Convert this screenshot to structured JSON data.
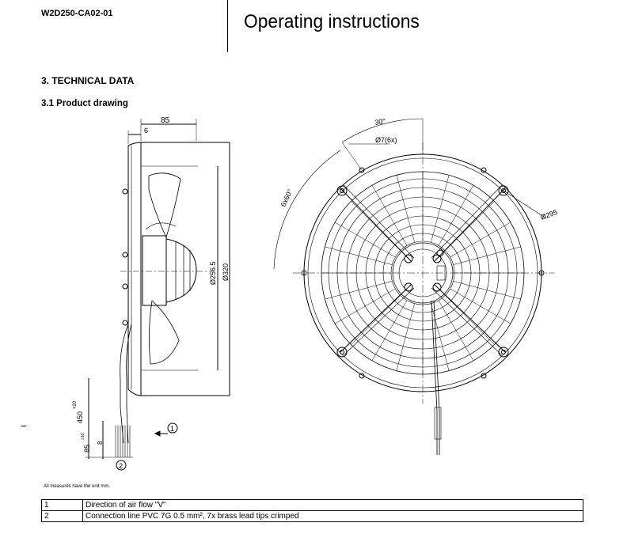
{
  "header": {
    "model": "W2D250-CA02-01",
    "doc_title": "Operating instructions"
  },
  "section": {
    "heading": "3. TECHNICAL DATA",
    "subheading": "3.1 Product drawing"
  },
  "drawing": {
    "side_dims": {
      "width_85": "85",
      "depth_6": "6",
      "dia_256": "Ø256.5",
      "dia_320": "Ø320",
      "cable_450": "450",
      "cable_450_tol": "+20",
      "cable_85": "85",
      "cable_85_tol": "±10",
      "cable_8": "8"
    },
    "front_dims": {
      "angle_30": "30°",
      "hole": "Ø7(6x)",
      "angle_6x60": "6x60°",
      "dia_295": "Ø295"
    },
    "callouts": [
      "1",
      "2"
    ]
  },
  "note": "All measures have the unit mm.",
  "legend": [
    {
      "num": "1",
      "text": "Direction of air flow \"V\""
    },
    {
      "num": "2",
      "text": "Connection line PVC 7G 0.5 mm², 7x brass lead tips crimped"
    }
  ]
}
